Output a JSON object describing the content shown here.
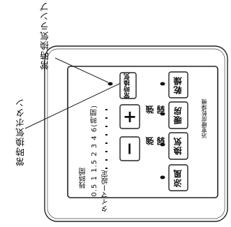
{
  "callouts": {
    "lamp_label": "常時換気ランプ",
    "button_label": "常時換気ボタン"
  },
  "panel": {
    "maker": "浴室暖房乾燥機",
    "timer_heading": "残時間",
    "timer_scale": "0.5 1 1.5 2 3 4 6(時間)",
    "timer_label": "タイマー設定",
    "minus_symbol": "−",
    "plus_symbol": "+",
    "strength_high": "強",
    "strength_low": "弱",
    "buttons": {
      "always_vent": "常時換気",
      "dry": "乾燥",
      "heat": "暖房",
      "vent": "換気",
      "cool": "涼風"
    }
  }
}
